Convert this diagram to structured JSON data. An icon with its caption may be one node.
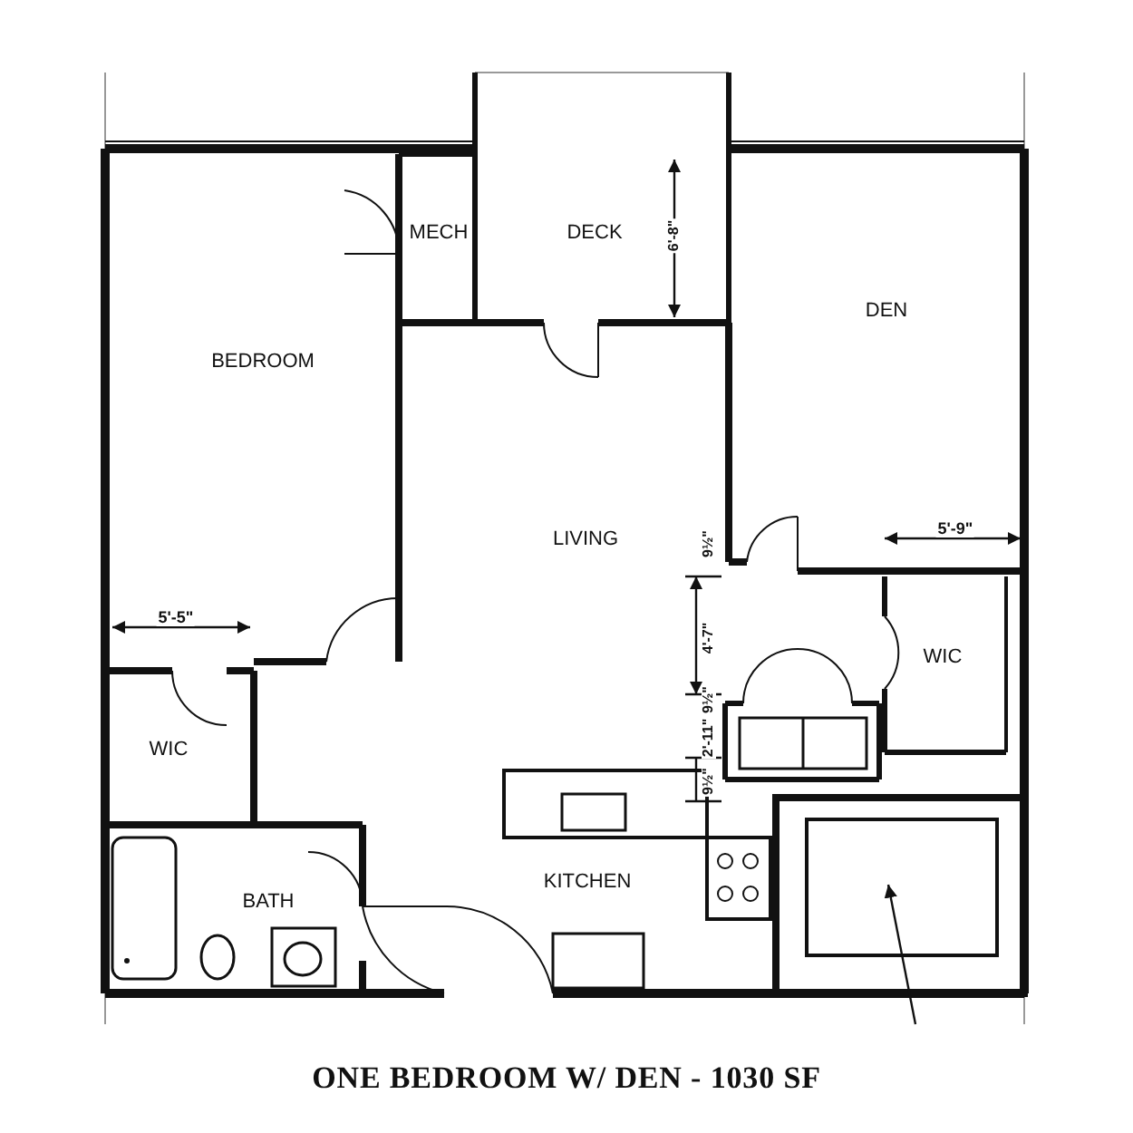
{
  "diagram": {
    "caption": "ONE BEDROOM W/ DEN - 1030 SF",
    "labels": [
      "MECH",
      "DECK",
      "6'-8\"",
      "DEN",
      "BEDROOM",
      "LIVING",
      "5'-9\"",
      "9½\"",
      "5'-5\"",
      "4'-7\"",
      "WIC",
      "9½\"",
      "WIC",
      "2'-11\"",
      "9½\"",
      "BATH",
      "KITCHEN"
    ]
  }
}
